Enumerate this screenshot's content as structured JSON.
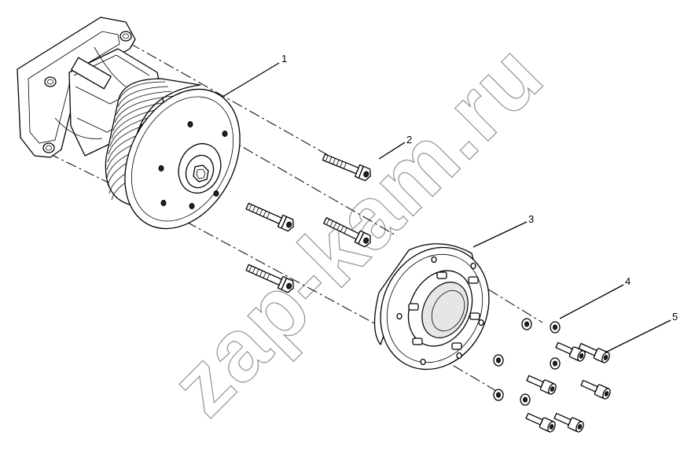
{
  "watermark": "zap-kam.ru",
  "callouts": [
    {
      "id": "1",
      "label": "1"
    },
    {
      "id": "2",
      "label": "2"
    },
    {
      "id": "3",
      "label": "3"
    },
    {
      "id": "4",
      "label": "4"
    },
    {
      "id": "5",
      "label": "5"
    }
  ],
  "parts": {
    "pump_with_pulley": "water-pump-pulley",
    "flange_bolt": "hex-flange-bolt",
    "hub_flange": "pulley-hub",
    "washer": "washer",
    "socket_screw": "socket-head-cap-screw"
  }
}
